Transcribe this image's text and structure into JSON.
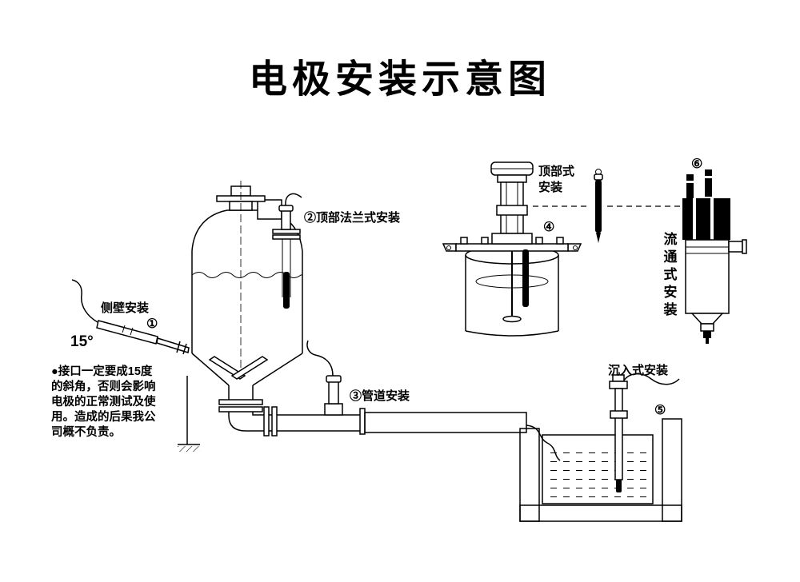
{
  "title": "电极安装示意图",
  "labels": {
    "side_wall": "侧壁安装",
    "n1": "①",
    "angle": "15°",
    "top_flange": "②顶部法兰式安装",
    "pipe": "③管道安装",
    "top_type_1": "顶部式",
    "top_type_2": "安装",
    "n4": "④",
    "submerge": "沉入式安装",
    "n5": "⑤",
    "n6": "⑥",
    "flow": [
      "流",
      "通",
      "式",
      "安",
      "装"
    ]
  },
  "note": {
    "lines": [
      "●接口一定要成15度",
      "的斜角，否则会影响",
      "电极的正常测试及使",
      "用。造成的后果我公",
      "司概不负责。"
    ]
  }
}
